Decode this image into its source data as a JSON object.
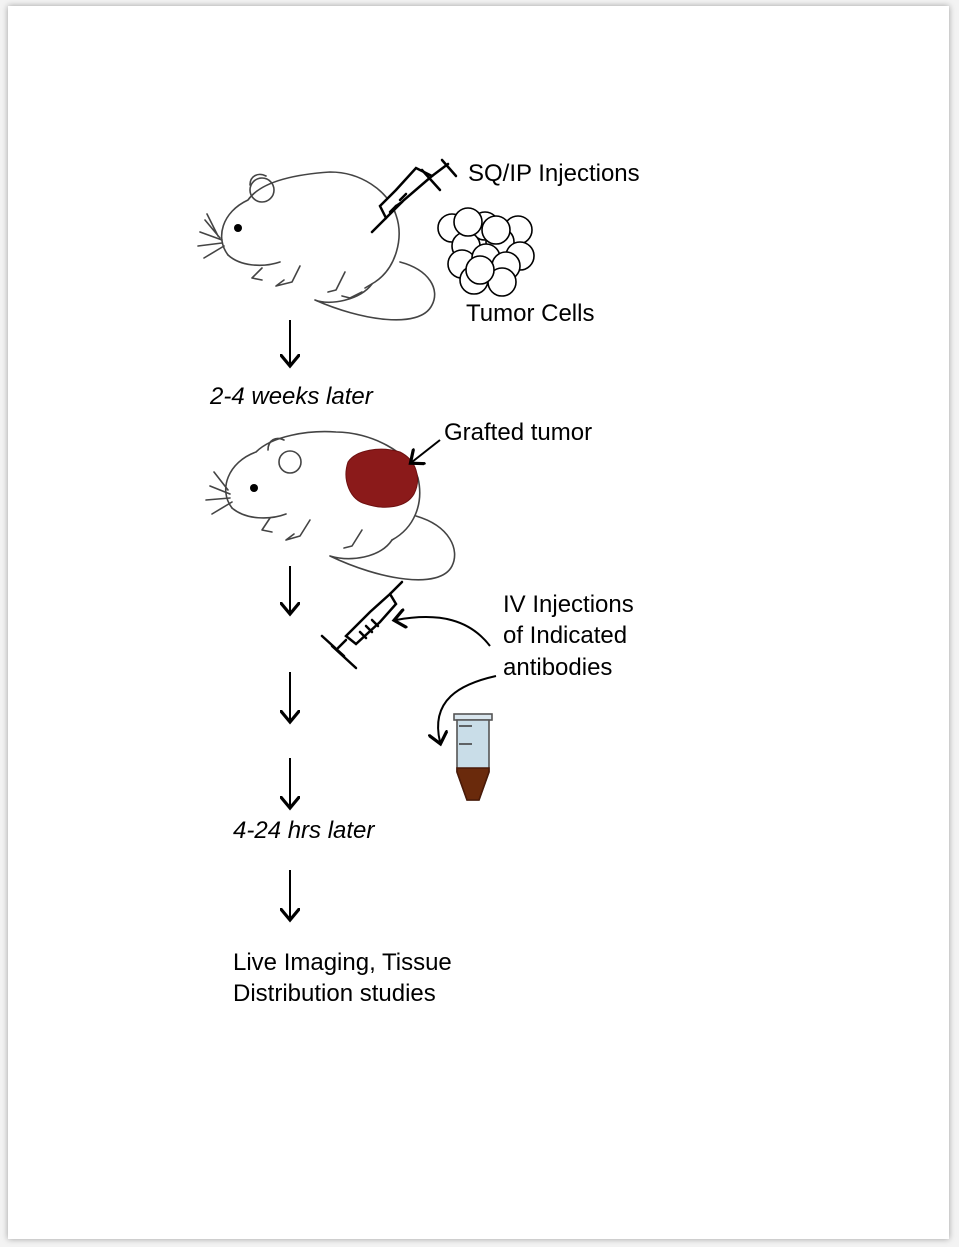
{
  "labels": {
    "sq_ip_injections": "SQ/IP Injections",
    "tumor_cells": "Tumor Cells",
    "weeks_later": "2-4 weeks later",
    "grafted_tumor": "Grafted tumor",
    "iv_line1": "IV Injections",
    "iv_line2": "of Indicated",
    "iv_line3": "antibodies",
    "hrs_later": "4-24 hrs later",
    "final_line1": "Live Imaging, Tissue",
    "final_line2": "Distribution studies"
  },
  "colors": {
    "tumor": "#8b1a1a",
    "tube_fluid": "#c9dde8",
    "tube_pellet": "#6a2a0c"
  }
}
